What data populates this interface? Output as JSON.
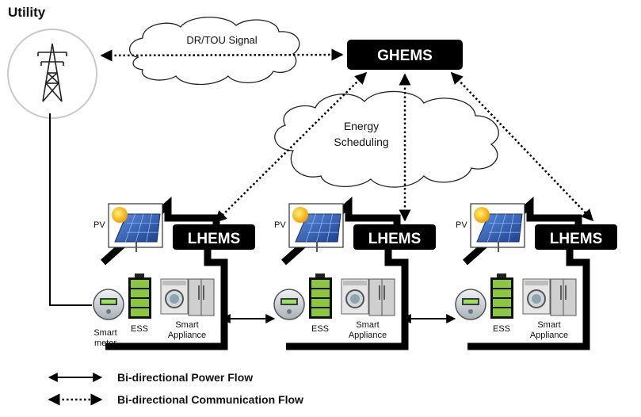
{
  "utility": {
    "label": "Utility",
    "icon": "transmission-tower-icon"
  },
  "dr_signal": {
    "label": "DR/TOU Signal"
  },
  "ghems": {
    "label": "GHEMS"
  },
  "energy_scheduling": {
    "line1": "Energy",
    "line2": "Scheduling"
  },
  "houses": [
    {
      "lhems": "LHEMS",
      "pv": "PV",
      "ess": "ESS",
      "appliance_line1": "Smart",
      "appliance_line2": "Appliance",
      "meter_line1": "Smart",
      "meter_line2": "meter"
    },
    {
      "lhems": "LHEMS",
      "pv": "PV",
      "ess": "ESS",
      "appliance_line1": "Smart",
      "appliance_line2": "Appliance"
    },
    {
      "lhems": "LHEMS",
      "pv": "PV",
      "ess": "ESS",
      "appliance_line1": "Smart",
      "appliance_line2": "Appliance"
    }
  ],
  "legend": {
    "power_flow": "Bi-directional Power Flow",
    "communication_flow": "Bi-directional Communication Flow"
  },
  "colors": {
    "lhems_bg": "#000000",
    "ghems_bg": "#000000",
    "battery_green": "#8dc63f",
    "panel_blue": "#2f5fb3",
    "sun": "#f7b500"
  }
}
